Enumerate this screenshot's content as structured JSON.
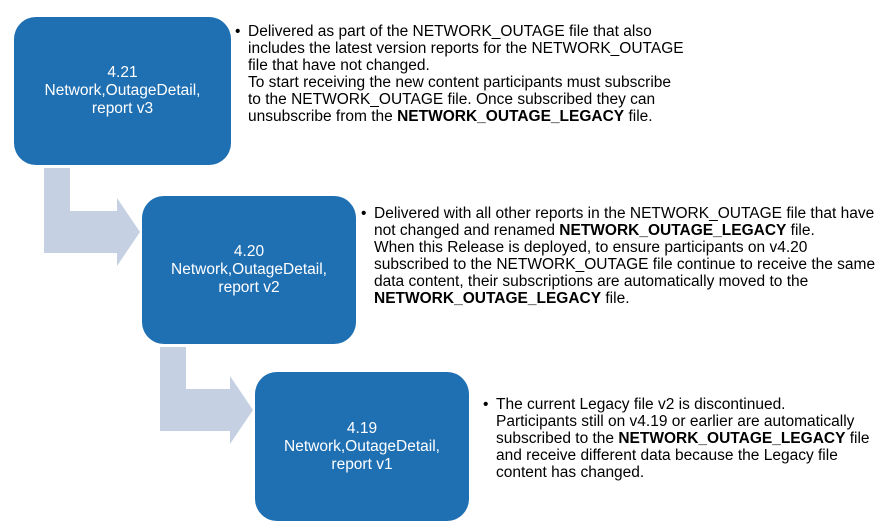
{
  "arrow_color": "#c5d1e3",
  "box_color": "#1f6fb3",
  "stages": [
    {
      "version": "4.21",
      "name": "Network,OutageDetail,",
      "report": "report v3",
      "bullet": "•",
      "desc": {
        "t1": "Delivered as part of the NETWORK_OUTAGE file that also includes the latest version reports for the NETWORK_OUTAGE file that have not changed.",
        "t2": "To start receiving the new content participants must subscribe to the NETWORK_OUTAGE file. Once subscribed they can unsubscribe from the",
        "bold1": "NETWORK_OUTAGE_LEGACY",
        "t3": "file."
      }
    },
    {
      "version": "4.20",
      "name": "Network,OutageDetail,",
      "report": "report v2",
      "bullet": "•",
      "desc": {
        "t1": "Delivered with all other reports in the NETWORK_OUTAGE file that have not changed and renamed",
        "bold1": "NETWORK_OUTAGE_LEGACY",
        "t2": "file.",
        "t3": "When this Release is deployed, to ensure participants on v4.20 subscribed to the NETWORK_OUTAGE file continue to receive the same data content, their subscriptions are automatically moved to the",
        "bold2": "NETWORK_OUTAGE_LEGACY",
        "t4": "file."
      }
    },
    {
      "version": "4.19",
      "name": "Network,OutageDetail,",
      "report": "report v1",
      "bullet": "•",
      "desc": {
        "t1": "The current Legacy file v2 is discontinued.",
        "t2": "Participants still on v4.19 or earlier are automatically subscribed to the",
        "bold1": "NETWORK_OUTAGE_LEGACY",
        "t3": "file and receive different data because the Legacy file content has changed."
      }
    }
  ]
}
